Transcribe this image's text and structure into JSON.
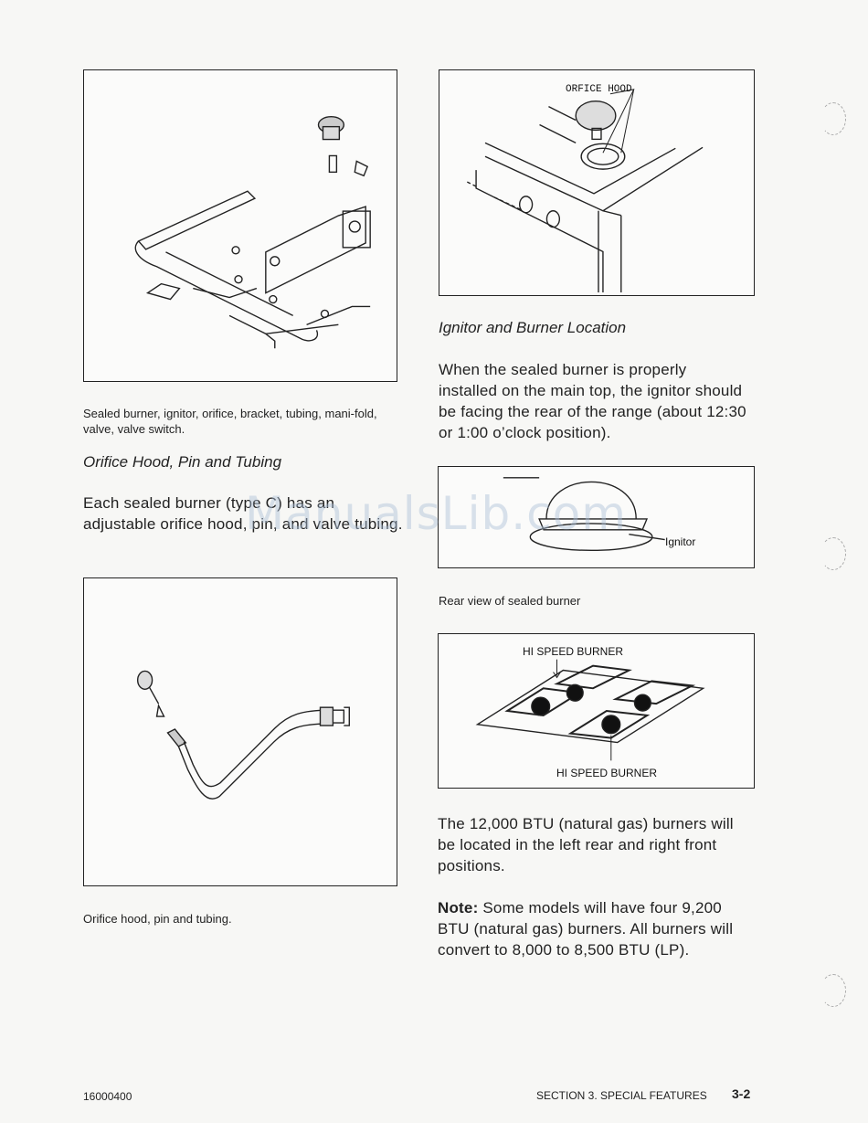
{
  "figures": {
    "fig1": {
      "caption": "Sealed burner, ignitor, orifice, bracket, tubing, mani-fold, valve, valve switch."
    },
    "fig2": {
      "label": "ORFICE HOOD",
      "heading": "Ignitor and Burner Location"
    },
    "fig3": {
      "label": "Ignitor",
      "caption": "Rear view of sealed burner"
    },
    "fig4": {
      "label_top": "HI SPEED BURNER",
      "label_bottom": "HI SPEED BURNER"
    },
    "fig5": {
      "caption": "Orifice hood, pin and tubing."
    }
  },
  "left_column": {
    "heading": "Orifice Hood, Pin and Tubing",
    "paragraph": "Each sealed burner (type C) has an adjustable orifice hood, pin, and valve tubing."
  },
  "right_column": {
    "paragraph1": "When the sealed burner is properly installed on the main top, the ignitor should be facing the rear of the range (about 12:30 or 1:00 o’clock position).",
    "paragraph2": "The 12,000 BTU (natural gas) burners will be located in the left rear and right front positions.",
    "note_label": "Note:",
    "note_text": " Some models will have four 9,200 BTU (natural gas) burners. All burners will convert to 8,000 to 8,500 BTU (LP)."
  },
  "watermark": "ManualsLib.com",
  "footer": {
    "doc_number": "16000400",
    "section": "SECTION 3.  SPECIAL FEATURES",
    "page": "3-2"
  }
}
